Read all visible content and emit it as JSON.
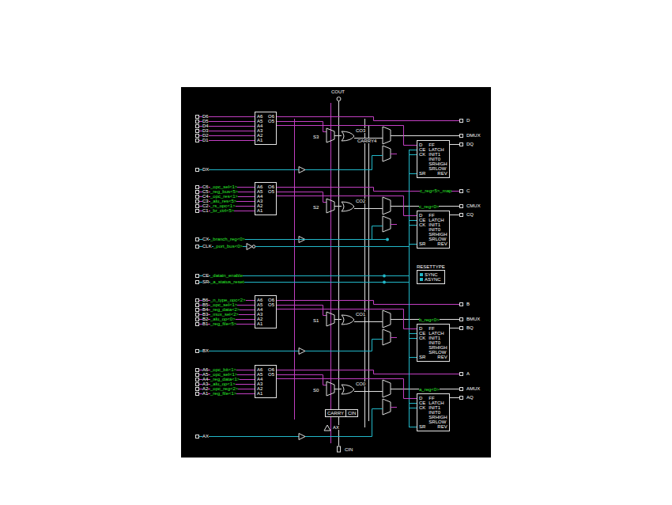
{
  "diagram": {
    "nodes": [
      {
        "text": [
          "A6",
          "A5",
          "A4",
          "A3",
          "A2",
          "A1",
          "O6",
          "O5"
        ]
      },
      {
        "text": [
          "D",
          "CE",
          "CK",
          "FF",
          "LATCH",
          "INIT1",
          "INIT0",
          "SRHIGH",
          "SRLOW",
          "SR",
          "REV"
        ]
      },
      {
        "text": [
          "A6",
          "A5",
          "A4",
          "A3",
          "A2",
          "A1",
          "O6",
          "O5"
        ]
      },
      {
        "text": [
          "D",
          "CE",
          "CK",
          "FF",
          "LATCH",
          "INIT1",
          "INIT0",
          "SRHIGH",
          "SRLOW",
          "SR",
          "REV"
        ]
      },
      {
        "text": [
          "RESETTYPE",
          "SYNC",
          "ASYNC"
        ]
      },
      {
        "text": [
          "A6",
          "A5",
          "A4",
          "A3",
          "A2",
          "A1",
          "O6",
          "O5"
        ]
      },
      {
        "text": [
          "D",
          "CE",
          "CK",
          "FF",
          "LATCH",
          "INIT1",
          "INIT0",
          "SRHIGH",
          "SRLOW",
          "SR",
          "REV"
        ]
      },
      {
        "text": [
          "A6",
          "A5",
          "A4",
          "A3",
          "A2",
          "A1",
          "O6",
          "O5"
        ]
      },
      {
        "text": [
          "D",
          "CE",
          "CK",
          "FF",
          "LATCH",
          "INIT1",
          "INIT0",
          "SRHIGH",
          "SRLOW",
          "SR",
          "REV"
        ]
      },
      {
        "text": [
          "CARRY",
          "CIN"
        ]
      }
    ],
    "edges": [
      {
        "from": 0,
        "to": 1,
        "arrow": "none"
      },
      {
        "from": 2,
        "to": 3,
        "arrow": "none"
      },
      {
        "from": 5,
        "to": 6,
        "arrow": "none"
      },
      {
        "from": 7,
        "to": 8,
        "arrow": "none"
      }
    ],
    "labels": [
      "COUT",
      "D6",
      "D5",
      "D4",
      "D3",
      "D2",
      "D1",
      "DX",
      "C6",
      "_opc_sel<1>",
      "C5",
      "_reg_bus<5>",
      "C4",
      "_opc_res<1>",
      "C3",
      "_alu_res<5>",
      "C2",
      "_rs_opc<1>",
      "C1",
      "_br_ctrl<5>",
      "CX",
      "_branch_reg<0>",
      "CLK",
      "_port_bus<0>",
      "CE",
      "_datain_enable",
      "SR",
      "_a_status_reset",
      "B6",
      "_n_type_opc<2>",
      "B5",
      "_opc_sel<1>",
      "B4",
      "_reg_data<2>",
      "B3",
      "_mux_sel<2>",
      "B2",
      "_alu_op<0>",
      "B1",
      "_reg_file<5>",
      "BX",
      "A6",
      "_opc_bit<1>",
      "A5",
      "_opc_sel<1>",
      "A4",
      "_reg_data<1>",
      "A3",
      "_alu_op<1>",
      "A2",
      "_opc_reg<2>",
      "A1",
      "_reg_file<1>",
      "AX",
      "S3",
      "CO3",
      "CARRY4",
      "S2",
      "CO2",
      "S1",
      "CO1",
      "S0",
      "CO0",
      "AX",
      "CIN",
      "D",
      "DMUX",
      "DQ",
      "C",
      "c_reg<5>_map",
      "CMUX",
      "CQ",
      "c_reg<0>",
      "B",
      "BMUX",
      "BQ",
      "b_reg<0>",
      "A",
      "AMUX",
      "AQ",
      "a_reg<0>"
    ]
  }
}
